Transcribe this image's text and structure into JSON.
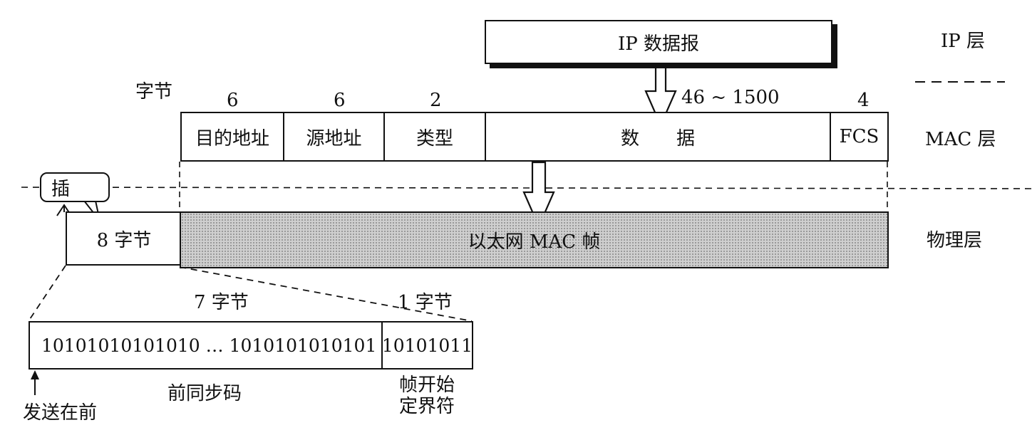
{
  "ip_layer": {
    "datagram": "IP 数据报",
    "layer_label": "IP 层"
  },
  "mac_layer": {
    "bytes_label": "字节",
    "fields": [
      {
        "name": "目的地址",
        "size": "6"
      },
      {
        "name": "源地址",
        "size": "6"
      },
      {
        "name": "类型",
        "size": "2"
      },
      {
        "name": "数　　据",
        "size": "46 ~ 1500"
      },
      {
        "name": "FCS",
        "size": "4"
      }
    ],
    "layer_label": "MAC 层"
  },
  "physical_layer": {
    "insert_callout": "插",
    "preamble_bytes": "8 字节",
    "frame_label": "以太网 MAC 帧",
    "layer_label": "物理层"
  },
  "preamble_detail": {
    "preamble_size": "7 字节",
    "sfd_size": "1 字节",
    "preamble_bits": "10101010101010  … 1010101010101",
    "sfd_bits": "10101011",
    "preamble_name": "前同步码",
    "sfd_name_line1": "帧开始",
    "sfd_name_line2": "定界符",
    "send_first": "发送在前"
  }
}
